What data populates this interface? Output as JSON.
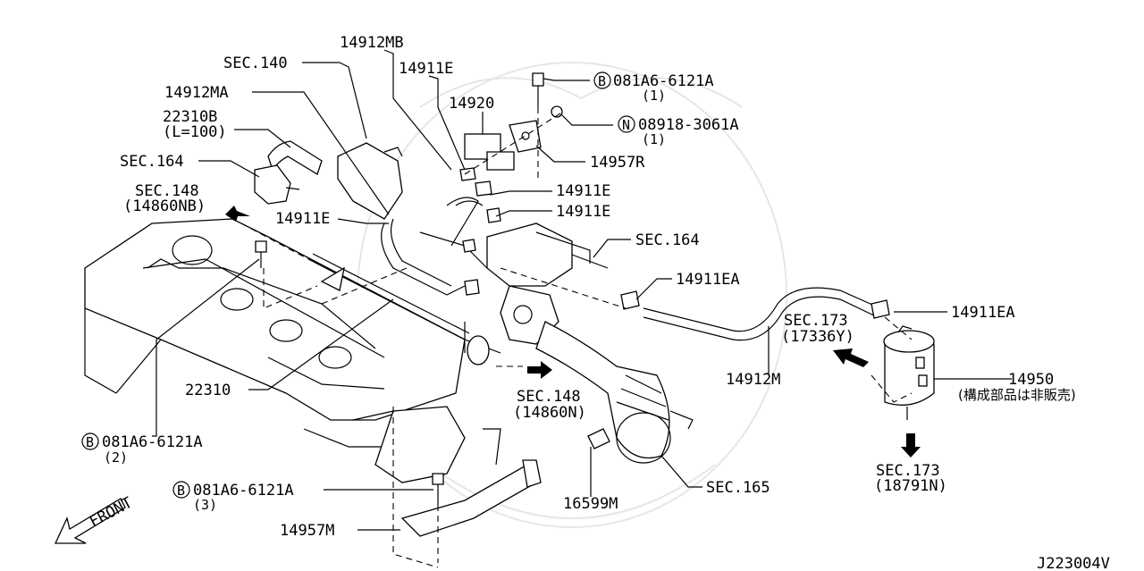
{
  "labels": {
    "p14912MB": "14912MB",
    "sec140": "SEC.140",
    "p14911E_top": "14911E",
    "p14912MA": "14912MA",
    "p14920": "14920",
    "p22310B": "22310B",
    "p22310B_len": "(L=100)",
    "sec164_left": "SEC.164",
    "sec148_top": "SEC.148",
    "sec148_top_sub": "(14860NB)",
    "p14911E_left": "14911E",
    "p14911E_r1": "14911E",
    "p14911E_r2": "14911E",
    "bolt_top": "081A6-6121A",
    "bolt_top_qty": "(1)",
    "nut_top": "08918-3061A",
    "nut_top_qty": "(1)",
    "p14957R": "14957R",
    "sec164_right": "SEC.164",
    "p14911EA_1": "14911EA",
    "p14911EA_2": "14911EA",
    "sec173_top": "SEC.173",
    "sec173_top_sub": "(17336Y)",
    "p14912M": "14912M",
    "p14950": "14950",
    "p14950_note": "(構成部品は非販売)",
    "p22310": "22310",
    "sec148_mid": "SEC.148",
    "sec148_mid_sub": "(14860N)",
    "bolt_left": "081A6-6121A",
    "bolt_left_qty": "(2)",
    "bolt_bottom": "081A6-6121A",
    "bolt_bottom_qty": "(3)",
    "p14957M": "14957M",
    "p16599M": "16599M",
    "sec165": "SEC.165",
    "sec173_bottom": "SEC.173",
    "sec173_bottom_sub": "(18791N)",
    "front": "FRONT",
    "diagram_id": "J223004V"
  },
  "symbols": {
    "bolt": "B",
    "nut": "N"
  }
}
